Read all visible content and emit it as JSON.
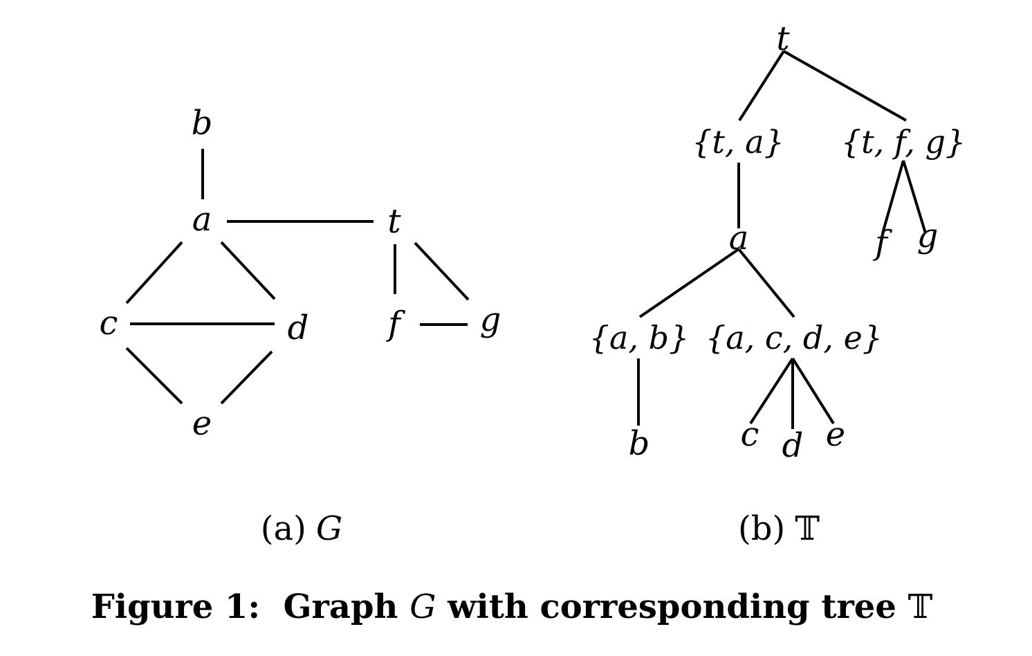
{
  "graph_g": {
    "nodes": [
      {
        "id": "b",
        "label": "b"
      },
      {
        "id": "a",
        "label": "a"
      },
      {
        "id": "t",
        "label": "t"
      },
      {
        "id": "c",
        "label": "c"
      },
      {
        "id": "d",
        "label": "d"
      },
      {
        "id": "f",
        "label": "f"
      },
      {
        "id": "g",
        "label": "g"
      },
      {
        "id": "e",
        "label": "e"
      }
    ],
    "edges": [
      [
        "b",
        "a"
      ],
      [
        "a",
        "t"
      ],
      [
        "a",
        "c"
      ],
      [
        "a",
        "d"
      ],
      [
        "c",
        "d"
      ],
      [
        "c",
        "e"
      ],
      [
        "d",
        "e"
      ],
      [
        "t",
        "f"
      ],
      [
        "t",
        "g"
      ],
      [
        "f",
        "g"
      ]
    ],
    "subcaption_prefix": "(a)",
    "subcaption_symbol": "G"
  },
  "tree_t": {
    "nodes": [
      {
        "id": "t",
        "label": "t"
      },
      {
        "id": "ta",
        "label": "{t, a}"
      },
      {
        "id": "tfg",
        "label": "{t, f, g}"
      },
      {
        "id": "a",
        "label": "a"
      },
      {
        "id": "f",
        "label": "f"
      },
      {
        "id": "g",
        "label": "g"
      },
      {
        "id": "ab",
        "label": "{a, b}"
      },
      {
        "id": "acde",
        "label": "{a, c, d, e}"
      },
      {
        "id": "b",
        "label": "b"
      },
      {
        "id": "c",
        "label": "c"
      },
      {
        "id": "d",
        "label": "d"
      },
      {
        "id": "e",
        "label": "e"
      }
    ],
    "edges": [
      [
        "t",
        "ta"
      ],
      [
        "t",
        "tfg"
      ],
      [
        "ta",
        "a"
      ],
      [
        "tfg",
        "f"
      ],
      [
        "tfg",
        "g"
      ],
      [
        "a",
        "ab"
      ],
      [
        "a",
        "acde"
      ],
      [
        "ab",
        "b"
      ],
      [
        "acde",
        "c"
      ],
      [
        "acde",
        "d"
      ],
      [
        "acde",
        "e"
      ]
    ],
    "subcaption_prefix": "(b)",
    "subcaption_symbol": "𝕋"
  },
  "caption": {
    "prefix": "Figure 1:  Graph ",
    "symbol_g": "G",
    "middle": " with corresponding tree ",
    "symbol_t": "𝕋"
  }
}
